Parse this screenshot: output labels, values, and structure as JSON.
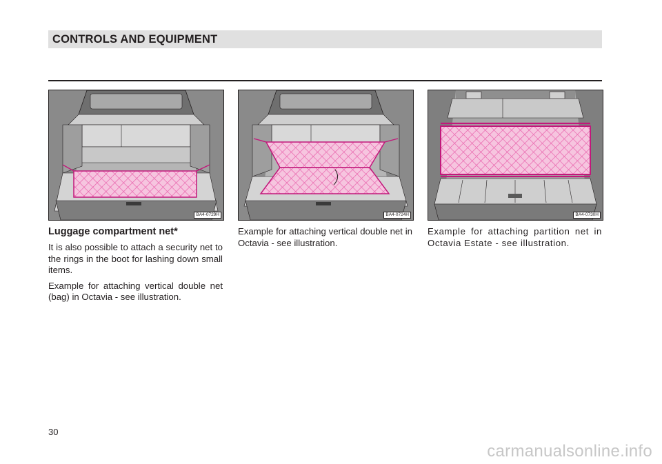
{
  "header": {
    "title": "CONTROLS AND EQUIPMENT"
  },
  "figures": [
    {
      "code": "BA4-0729H"
    },
    {
      "code": "BA4-0724H"
    },
    {
      "code": "BA4-0730H"
    }
  ],
  "column1": {
    "heading": "Luggage compartment net*",
    "para1": "It is also possible to attach a security net to the rings in the boot for lashing down small items.",
    "para2": "Example for attaching vertical double net (bag) in Octavia - see illustration."
  },
  "column2": {
    "para1": "Example for attaching vertical double net in Octavia - see illustration."
  },
  "column3": {
    "para1": "Example for attaching partition net in Octavia Estate - see illustration."
  },
  "page_number": "30",
  "watermark": "carmanualsonline.info",
  "colors": {
    "header_bg": "#e0e0e0",
    "net": "#e85aa8",
    "net_fill": "#f6c5df"
  }
}
